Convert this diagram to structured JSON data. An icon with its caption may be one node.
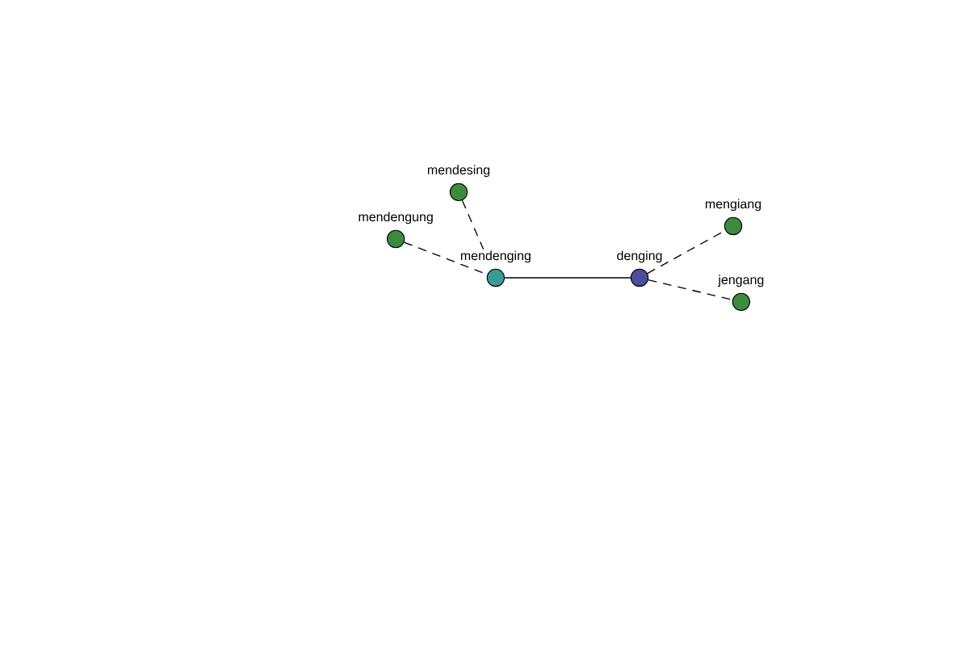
{
  "diagram": {
    "nodes": [
      {
        "text": [
          "mendesing"
        ]
      },
      {
        "text": [
          "mendengung"
        ]
      },
      {
        "text": [
          "mendenging"
        ]
      },
      {
        "text": [
          "denging"
        ]
      },
      {
        "text": [
          "mengiang"
        ]
      },
      {
        "text": [
          "jengang"
        ]
      }
    ],
    "edges": [
      {
        "from": 0,
        "to": 2,
        "arrow": "none",
        "style": "dashed"
      },
      {
        "from": 1,
        "to": 2,
        "arrow": "none",
        "style": "dashed"
      },
      {
        "from": 2,
        "to": 3,
        "arrow": "none"
      },
      {
        "from": 3,
        "to": 4,
        "arrow": "none",
        "style": "dashed"
      },
      {
        "from": 3,
        "to": 5,
        "arrow": "none",
        "style": "dashed"
      }
    ]
  }
}
